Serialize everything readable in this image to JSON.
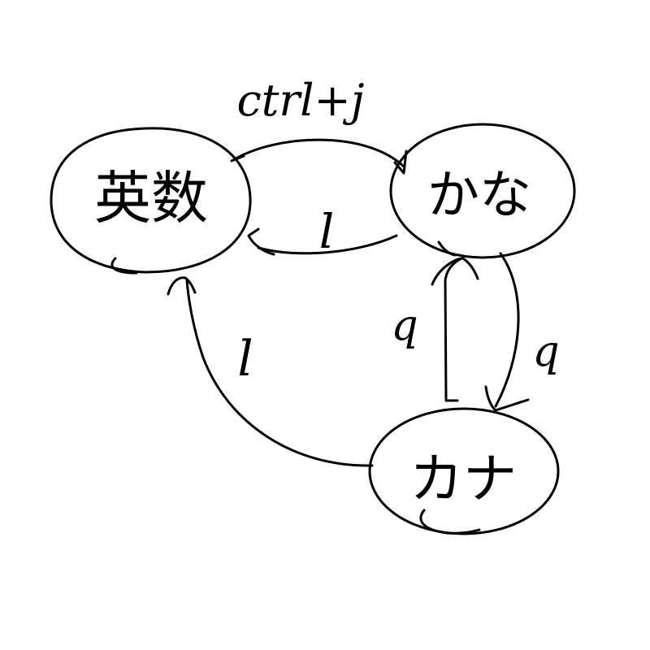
{
  "colors": {
    "ink": "#000000",
    "background": "#ffffff"
  },
  "nodes": {
    "eisu": {
      "label": "英数"
    },
    "hiragana": {
      "label": "かな"
    },
    "katakana": {
      "label": "カナ"
    }
  },
  "edges": {
    "eisu_to_hiragana": {
      "label": "ctrl+j"
    },
    "hiragana_to_eisu": {
      "label": "l"
    },
    "hiragana_to_katakana": {
      "label": "q"
    },
    "katakana_to_hiragana": {
      "label": "q"
    },
    "katakana_to_eisu": {
      "label": "l"
    }
  }
}
